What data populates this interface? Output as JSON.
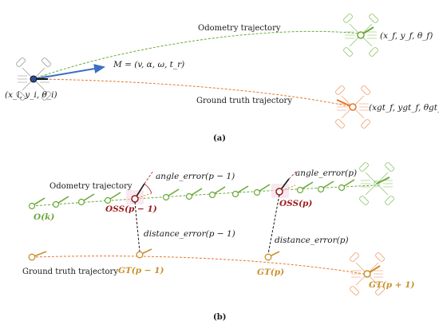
{
  "panel_a": {
    "label": "(a)",
    "start_pose": "(x_i, y_i, θ_i)",
    "motion_model": "M = (v, α, ω, t_r)",
    "odometry_label": "Odometry trajectory",
    "odometry_end_pose": "(x_f, y_f, θ_f)",
    "ground_truth_label": "Ground truth trajectory",
    "ground_truth_end_pose": "(xgt_f, ygt_f, θgt_f)"
  },
  "panel_b": {
    "label": "(b)",
    "odometry_label": "Odometry trajectory",
    "ground_truth_label": "Ground truth trajectory",
    "angle_error_prev": "angle_error(p − 1)",
    "angle_error_curr": "angle_error(p)",
    "oss_prev": "OSS(p − 1)",
    "oss_curr": "OSS(p)",
    "odometry_point": "O(k)",
    "distance_error_prev": "distance_error(p − 1)",
    "distance_error_curr": "distance_error(p)",
    "gt_prev": "GT(p − 1)",
    "gt_curr": "GT(p)",
    "gt_next": "GT(p + 1)"
  },
  "colors": {
    "odometry": "#6aaa3a",
    "ground_truth": "#e8762c",
    "motion_arrow": "#3a6fc4",
    "oss": "#9a1a1a",
    "gt_marker": "#c8902a"
  },
  "icons": [
    "robot-icon"
  ]
}
